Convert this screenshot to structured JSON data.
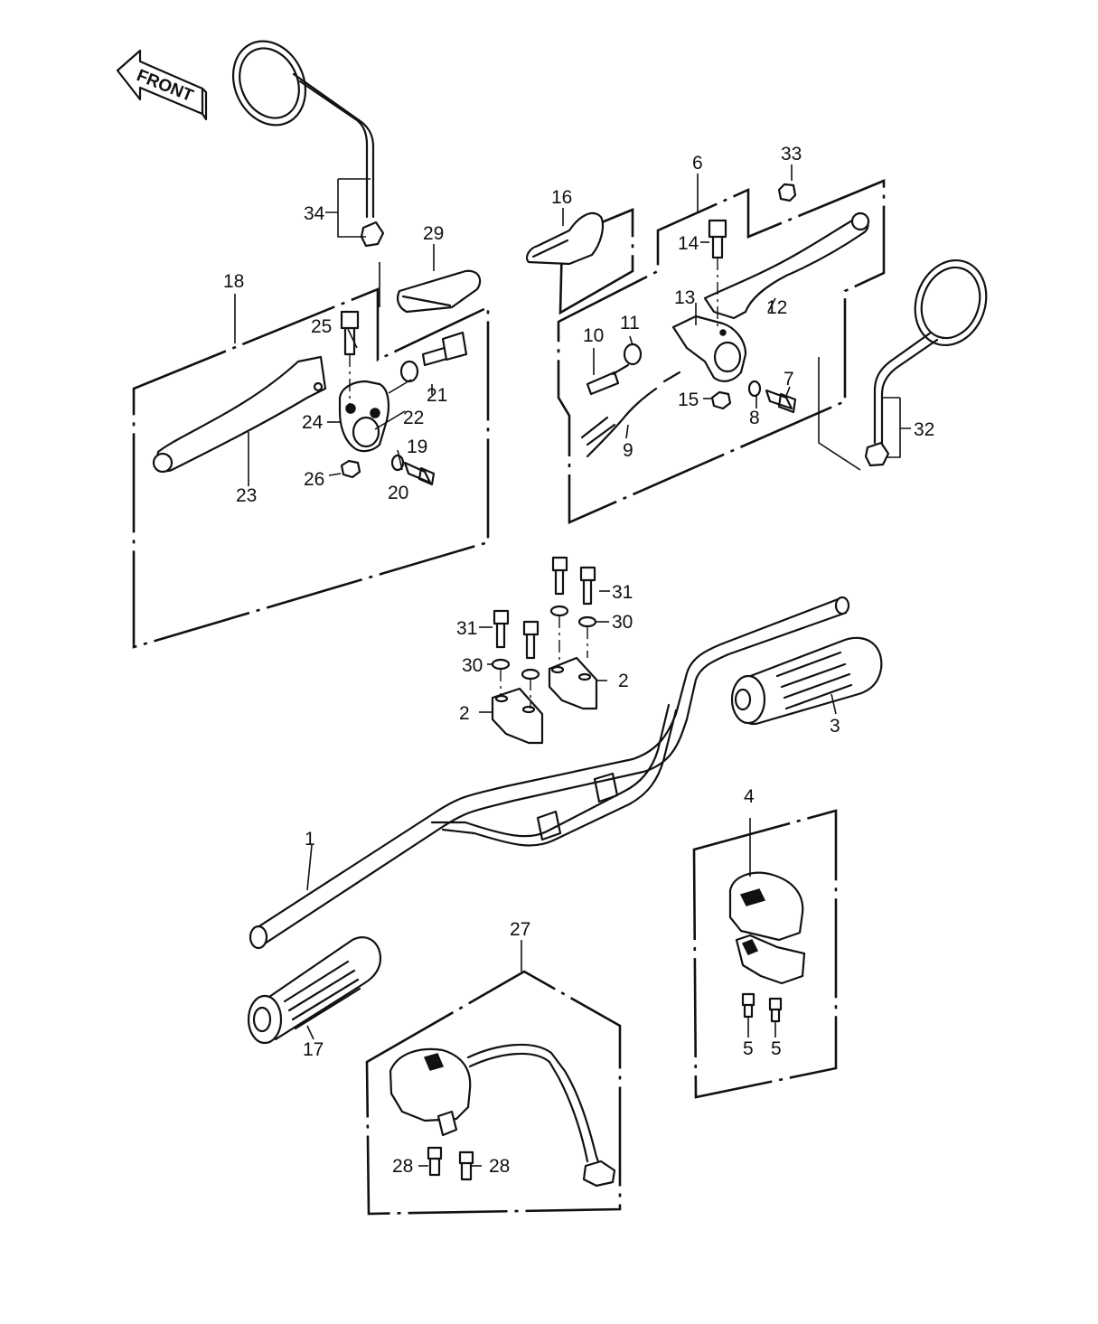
{
  "front_arrow": {
    "text": "FRONT"
  },
  "part_numbers": {
    "p1": "1",
    "p2a": "2",
    "p2b": "2",
    "p3": "3",
    "p4": "4",
    "p5a": "5",
    "p5b": "5",
    "p6": "6",
    "p7": "7",
    "p8": "8",
    "p9": "9",
    "p10": "10",
    "p11": "11",
    "p12": "12",
    "p13": "13",
    "p14": "14",
    "p15": "15",
    "p16": "16",
    "p17": "17",
    "p18": "18",
    "p19": "19",
    "p20": "20",
    "p21": "21",
    "p22": "22",
    "p23": "23",
    "p24": "24",
    "p25": "25",
    "p26": "26",
    "p27": "27",
    "p28a": "28",
    "p28b": "28",
    "p29": "29",
    "p30a": "30",
    "p30b": "30",
    "p31a": "31",
    "p31b": "31",
    "p32": "32",
    "p33": "33",
    "p34": "34"
  }
}
